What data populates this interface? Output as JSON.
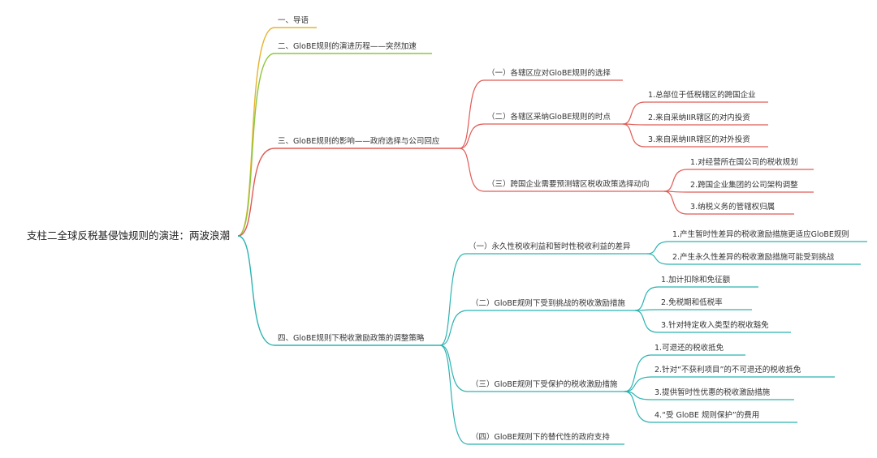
{
  "colors": {
    "gold": "#e6b32e",
    "green": "#8dc63f",
    "red": "#e05a54",
    "teal": "#2bb3b1"
  },
  "root": {
    "label": "支柱二全球反税基侵蚀规则的演进：两波浪潮"
  },
  "sections": [
    {
      "label": "一、导语",
      "color": "gold",
      "children": []
    },
    {
      "label": "二、GloBE规则的演进历程——突然加速",
      "color": "green",
      "children": []
    },
    {
      "label": "三、GloBE规则的影响——政府选择与公司回应",
      "color": "red",
      "children": [
        {
          "label": "（一）各辖区应对GloBE规则的选择",
          "children": []
        },
        {
          "label": "（二）各辖区采纳GloBE规则的时点",
          "children": [
            "1.总部位于低税辖区的跨国企业",
            "2.来自采纳IIR辖区的对内投资",
            "3.来自采纳IIR辖区的对外投资"
          ]
        },
        {
          "label": "（三）跨国企业需要预测辖区税收政策选择动向",
          "children": [
            "1.对经营所在国公司的税收规划",
            "2.跨国企业集团的公司架构调整",
            "3.纳税义务的管辖权归属"
          ]
        }
      ]
    },
    {
      "label": "四、GloBE规则下税收激励政策的调整策略",
      "color": "teal",
      "children": [
        {
          "label": "（一）永久性税收利益和暂时性税收利益的差异",
          "children": [
            "1.产生暂时性差异的税收激励措施更适应GloBE规则",
            "2.产生永久性差异的税收激励措施可能受到挑战"
          ]
        },
        {
          "label": "（二）GloBE规则下受到挑战的税收激励措施",
          "children": [
            "1.加计扣除和免征额",
            "2.免税期和低税率",
            "3.针对特定收入类型的税收豁免"
          ]
        },
        {
          "label": "（三）GloBE规则下受保护的税收激励措施",
          "children": [
            "1.可退还的税收抵免",
            "2.针对“不获利项目”的不可退还的税收抵免",
            "3.提供暂时性优惠的税收激励措施",
            "4.“受 GloBE 规则保护”的费用"
          ]
        },
        {
          "label": "（四）GloBE规则下的替代性的政府支持",
          "children": []
        }
      ]
    }
  ]
}
